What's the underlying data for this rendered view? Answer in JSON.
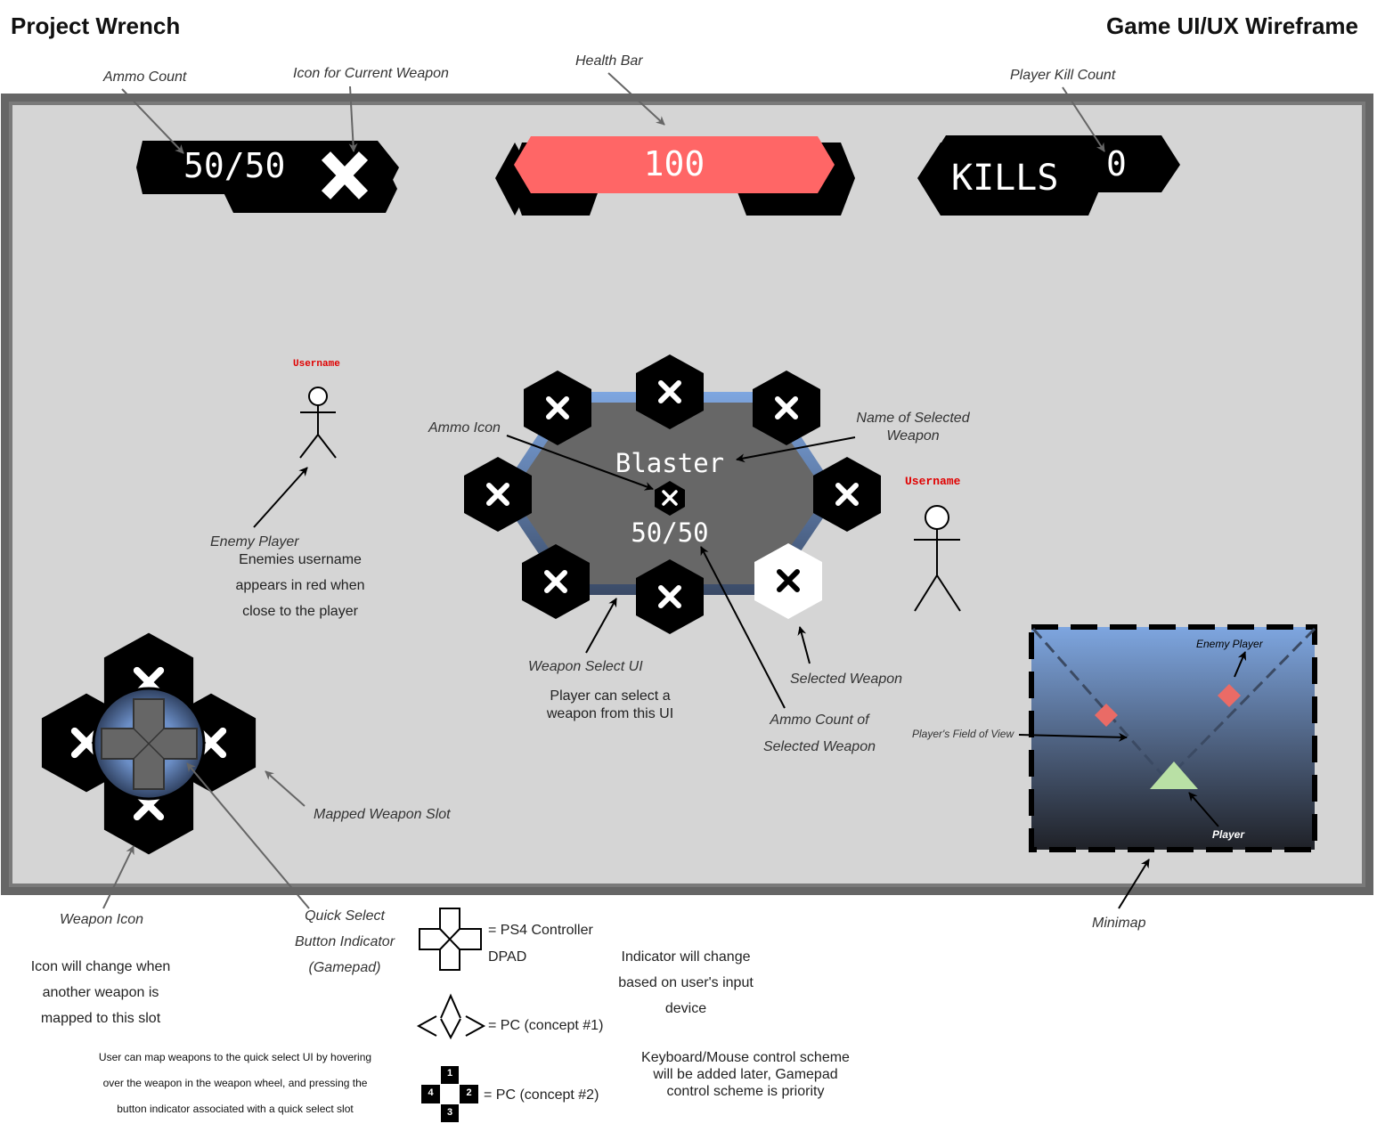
{
  "header": {
    "project_title": "Project Wrench",
    "doc_title": "Game UI/UX Wireframe"
  },
  "hud": {
    "ammo_value": "50/50",
    "health_value": "100",
    "kills_label": "KILLS",
    "kills_value": "0",
    "enemy_username": "Username",
    "player_username": "Username"
  },
  "wheel": {
    "weapon_name": "Blaster",
    "ammo": "50/50"
  },
  "minimap": {
    "enemy_label": "Enemy Player",
    "player_label": "Player"
  },
  "annotations": {
    "ammo_count": "Ammo Count",
    "icon_current_weapon": "Icon for Current Weapon",
    "health_bar": "Health Bar",
    "player_kill_count": "Player Kill Count",
    "ammo_icon": "Ammo Icon",
    "name_selected_weapon": "Name of Selected Weapon",
    "enemy_player": "Enemy Player",
    "enemy_desc": "Enemies username appears in red when close to the player",
    "weapon_select_ui": "Weapon Select UI",
    "weapon_select_desc": "Player can select a weapon from this UI",
    "selected_weapon": "Selected Weapon",
    "ammo_count_selected": "Ammo Count of Selected Weapon",
    "players_fov": "Player's Field of View",
    "mapped_weapon_slot": "Mapped Weapon Slot",
    "weapon_icon": "Weapon Icon",
    "weapon_icon_desc": "Icon will change when another weapon is mapped to this slot",
    "quick_select": "Quick Select Button Indicator (Gamepad)",
    "minimap": "Minimap",
    "map_help": "User can map weapons to the quick select UI by hovering over the weapon in the weapon wheel, and pressing the button indicator associated with a quick select slot"
  },
  "legend": {
    "ps4": "= PS4 Controller DPAD",
    "pc1": "= PC (concept #1)",
    "pc2": "= PC (concept #2)",
    "indicator_note": "Indicator will change based on user's input device",
    "keyboard_note": "Keyboard/Mouse control scheme will be added later, Gamepad control scheme is priority",
    "key1": "1",
    "key2": "2",
    "key3": "3",
    "key4": "4"
  },
  "colors": {
    "frame": "#666666",
    "screen": "#d5d5d5",
    "health": "#ff6666",
    "accent_blue": "#7ea6e0",
    "enemy_red": "#ea6b66",
    "player_green": "#b9e0a5"
  }
}
